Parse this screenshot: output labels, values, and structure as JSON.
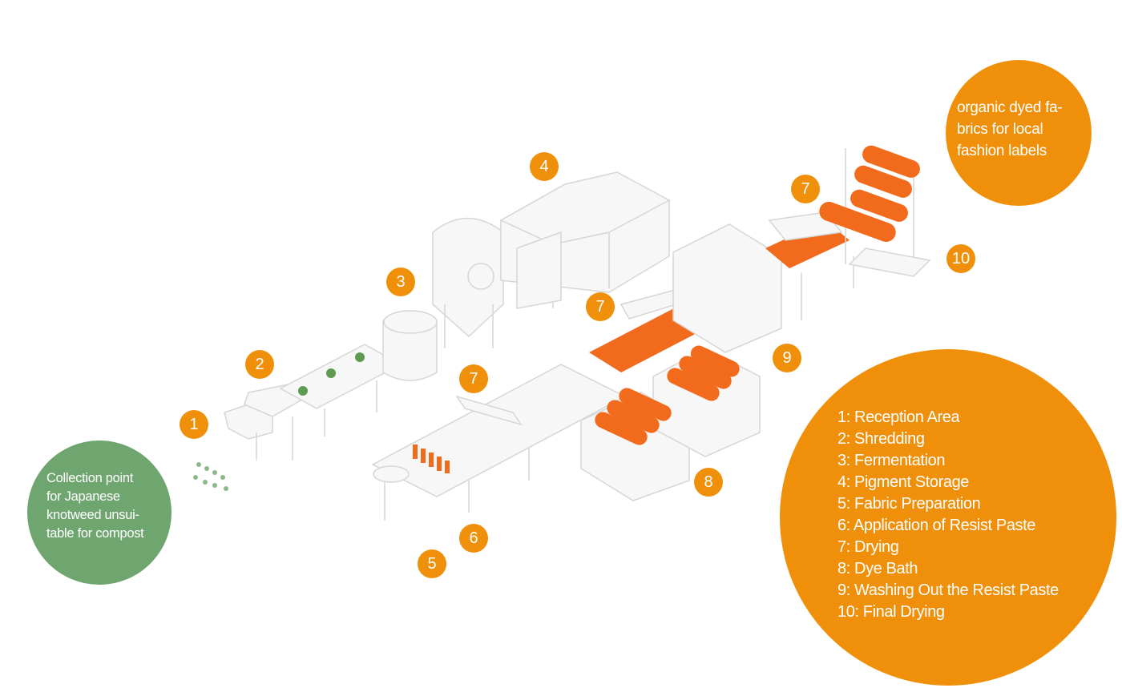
{
  "colors": {
    "orange": "#F0900A",
    "green": "#6FA670",
    "machine_fill": "#F7F7F7",
    "machine_stroke": "#D8D8D8",
    "roll": "#F26A1B"
  },
  "collection_point": {
    "lines": [
      "Collection point",
      "for Japanese",
      "knotweed unsui-",
      "table for compost"
    ]
  },
  "output": {
    "lines": [
      "organic dyed fa-",
      "brics for local",
      "fashion labels"
    ]
  },
  "legend": {
    "items": [
      "1: Reception Area",
      "2: Shredding",
      "3: Fermentation",
      "4: Pigment Storage",
      "5: Fabric Preparation",
      "6: Application of Resist Paste",
      "7: Drying",
      "8: Dye Bath",
      "9: Washing Out the Resist Paste",
      "10: Final Drying"
    ]
  },
  "badges": [
    "1",
    "2",
    "3",
    "4",
    "5",
    "6",
    "7",
    "7",
    "7",
    "8",
    "9",
    "10"
  ]
}
